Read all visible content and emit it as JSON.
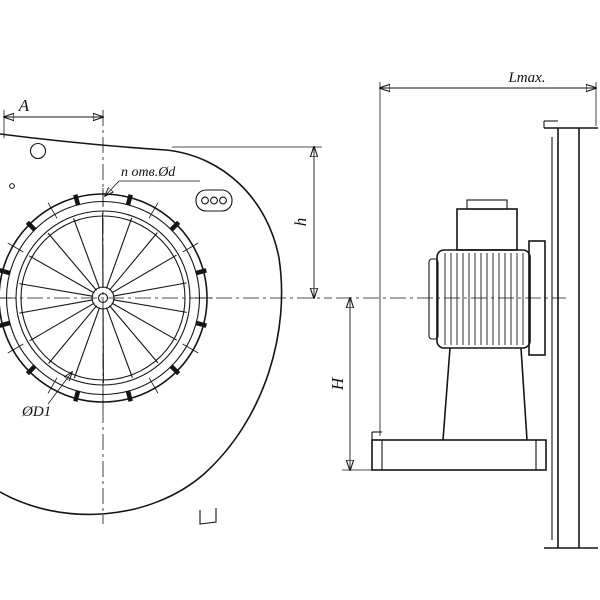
{
  "drawing": {
    "labels": {
      "dim_A": "A",
      "holes_note": "n отв.Ød",
      "dia_D1": "ØD1",
      "dim_h": "h",
      "dim_H": "H",
      "dim_Lmax": "Lmax."
    }
  }
}
